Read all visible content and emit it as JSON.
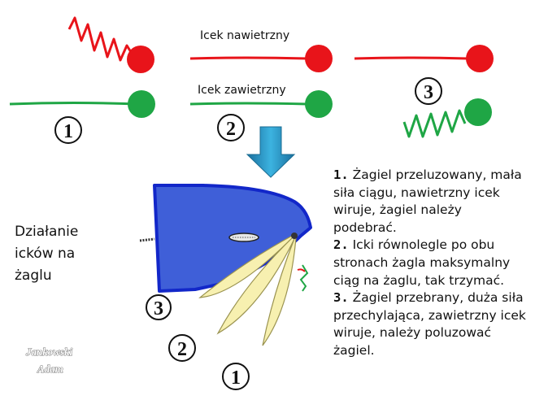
{
  "labels": {
    "windward_tell": "Icek nawietrzny",
    "leeward_tell": "Icek zawietrzny"
  },
  "side_label": "Działanie icków na żaglu",
  "numbers": {
    "one": "1",
    "two": "2",
    "three": "3"
  },
  "explanations": [
    {
      "num": "1.",
      "text": "Żagiel przeluzowany, mała siła ciągu, nawietrzny icek wiruje, żagiel należy podebrać."
    },
    {
      "num": "2.",
      "text": "Icki równolegle po obu stronach żagla maksymalny ciąg na żaglu, tak trzymać."
    },
    {
      "num": "3.",
      "text": "Żagiel przebrany, duża siła przechylająca, zawietrzny icek wiruje, należy poluzować żagiel."
    }
  ],
  "signature": {
    "line1": "Jankowski",
    "line2": "Adam"
  },
  "colors": {
    "windward": "#e8141a",
    "leeward": "#1fa645",
    "mainsail": "#3f5fd8",
    "mainsail_edge": "#1227c9",
    "jib": "#f7f0b0",
    "arrow": "#2a9fd0"
  }
}
